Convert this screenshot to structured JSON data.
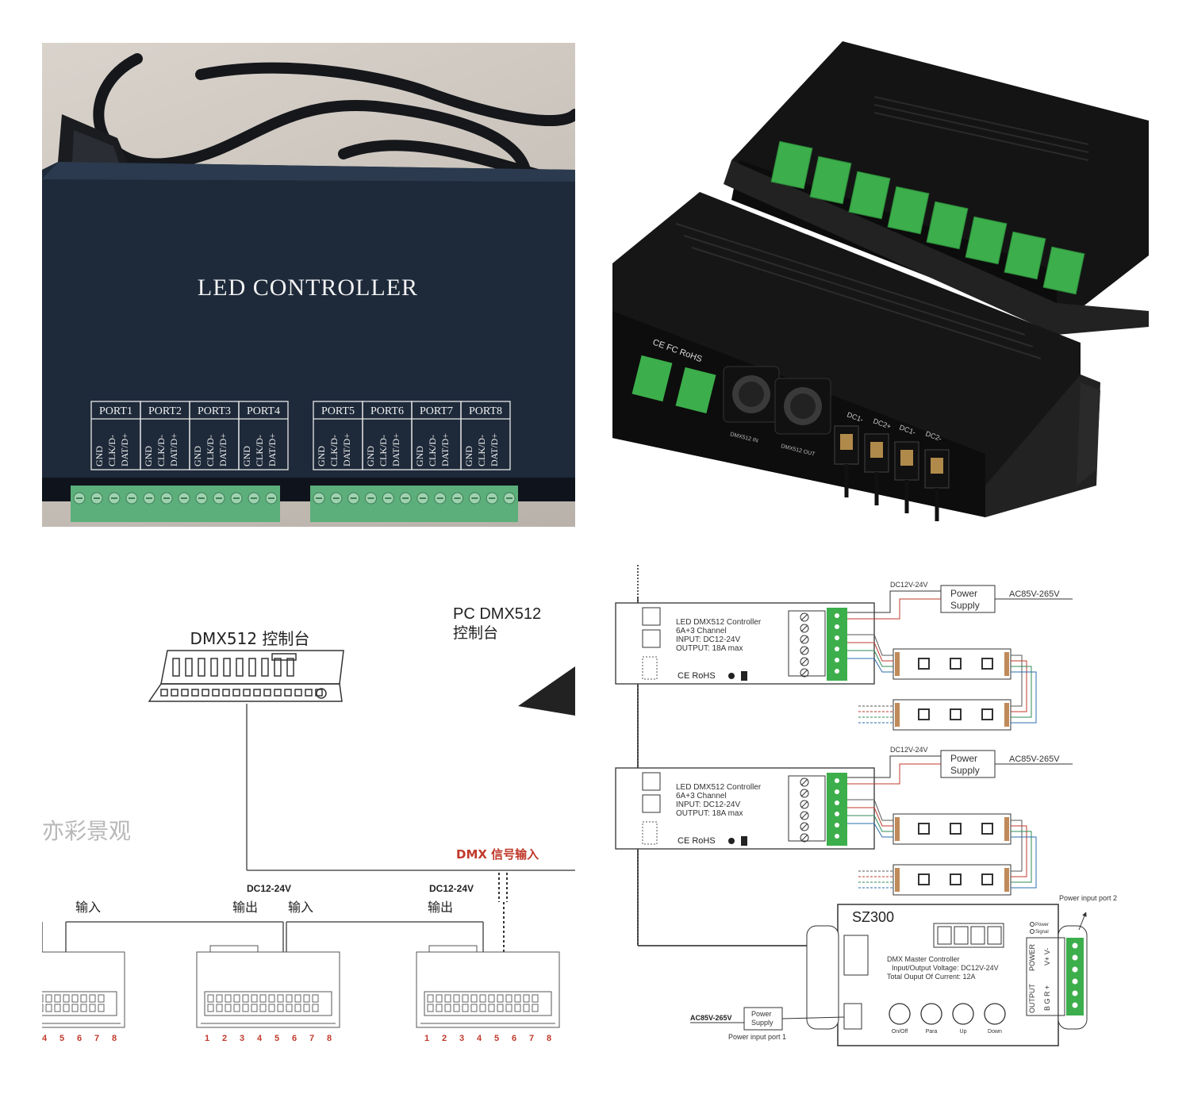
{
  "photo1": {
    "device_label": "LED CONTROLLER",
    "ports_left": [
      "PORT1",
      "PORT2",
      "PORT3",
      "PORT4"
    ],
    "ports_right": [
      "PORT5",
      "PORT6",
      "PORT7",
      "PORT8"
    ],
    "pin_labels": [
      "GND",
      "CLK/D-",
      "DAT/D+"
    ]
  },
  "photo2": {
    "cert": "CE FC RoHS",
    "dmx_in": "DMX512 IN",
    "dmx_out": "DMX512 OUT",
    "dc_labels": [
      "DC1-",
      "DC2+",
      "DC1-",
      "DC2-"
    ]
  },
  "diagram1": {
    "console_title": "DMX512 控制台",
    "pc_title_line1": "PC DMX512",
    "pc_title_line2": "控制台",
    "watermark": "亦彩景观",
    "dmx_signal_input": "DMX 信号输入",
    "dc_label": "DC12-24V",
    "input_label": "输入",
    "output_label": "输出",
    "channel_numbers": [
      "1",
      "2",
      "3",
      "4",
      "5",
      "6",
      "7",
      "8"
    ],
    "partial_channels": [
      "4",
      "5",
      "6",
      "7",
      "8"
    ]
  },
  "diagram2": {
    "controller_title": "LED DMX512 Controller",
    "controller_channels": "6A+3 Channel",
    "controller_input": "INPUT: DC12-24V",
    "controller_output": "OUTPUT: 18A max",
    "controller_cert": "CE RoHS",
    "dc_in": "DC12V-24V",
    "power_supply_line1": "Power",
    "power_supply_line2": "Supply",
    "ac_in": "AC85V-265V",
    "master_model": "SZ300",
    "master_line1": "DMX Master   Controller",
    "master_line2": "Input/Output Voltage: DC12V-24V",
    "master_line3": "Total Ouput Of Current: 12A",
    "master_buttons": [
      "On/Off",
      "Para",
      "Up",
      "Down"
    ],
    "master_power": "POWER",
    "master_output": "OUTPUT",
    "master_pins_top": "V+ V-",
    "master_pins_bottom": "B G R +",
    "led_power": "Power",
    "led_signal": "Signal",
    "power_port1": "Power input port 1",
    "power_port2": "Power input port 2",
    "ac_in_small": "AC85V-265V",
    "ps_small_line1": "Power",
    "ps_small_line2": "Supply"
  }
}
